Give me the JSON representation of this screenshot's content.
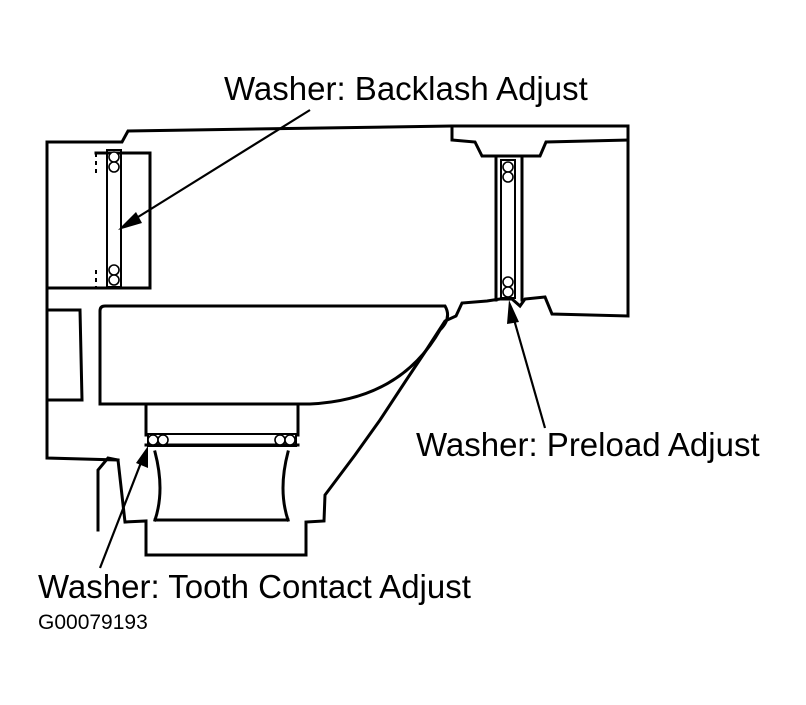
{
  "labels": {
    "backlash": "Washer: Backlash Adjust",
    "preload": "Washer: Preload Adjust",
    "tooth_contact": "Washer: Tooth Contact Adjust",
    "figure_id": "G00079193"
  }
}
